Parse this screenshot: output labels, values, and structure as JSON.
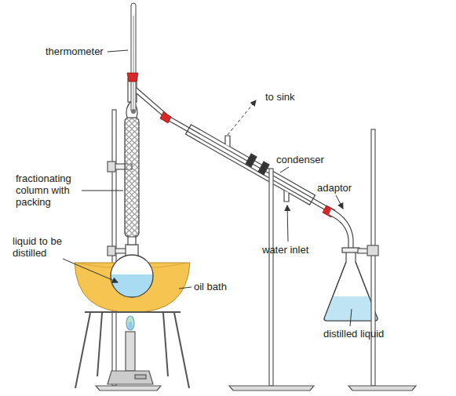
{
  "diagram": {
    "labels": [
      "thermometer",
      "to sink",
      "condenser",
      "fractionating column with packing",
      "adaptor",
      "liquid to be distilled",
      "oil bath",
      "water inlet",
      "distilled liquid"
    ]
  }
}
